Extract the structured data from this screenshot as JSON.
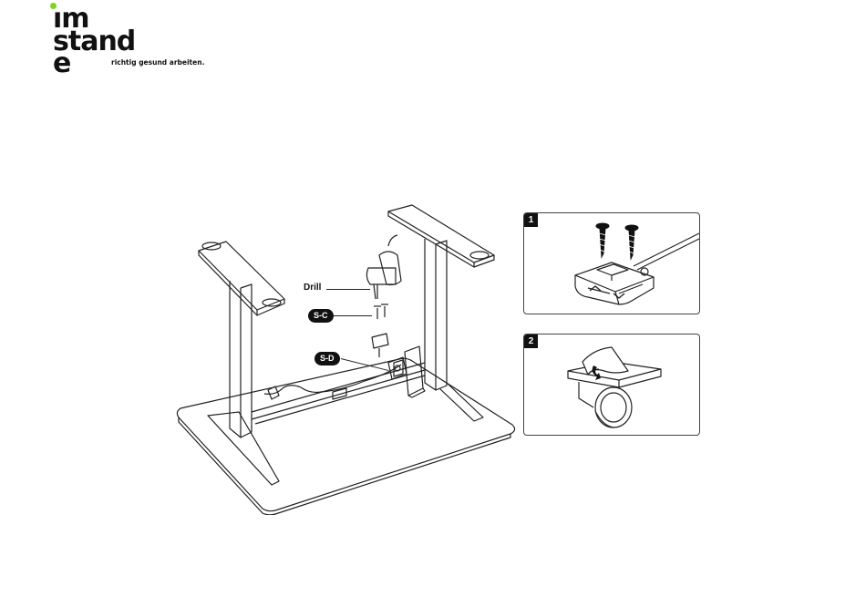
{
  "logo": {
    "line1": "ım",
    "line2": "stand",
    "line3": "e",
    "tagline": "richtig gesund arbeiten.",
    "accent_color": "#7ed321"
  },
  "illustration": {
    "drill_label": "Drill",
    "screw_c_label": "S-C",
    "screw_d_label": "S-D"
  },
  "steps": [
    {
      "number": "1"
    },
    {
      "number": "2"
    }
  ],
  "icons": {
    "up": "chevron-up-icon",
    "down": "chevron-down-icon"
  }
}
